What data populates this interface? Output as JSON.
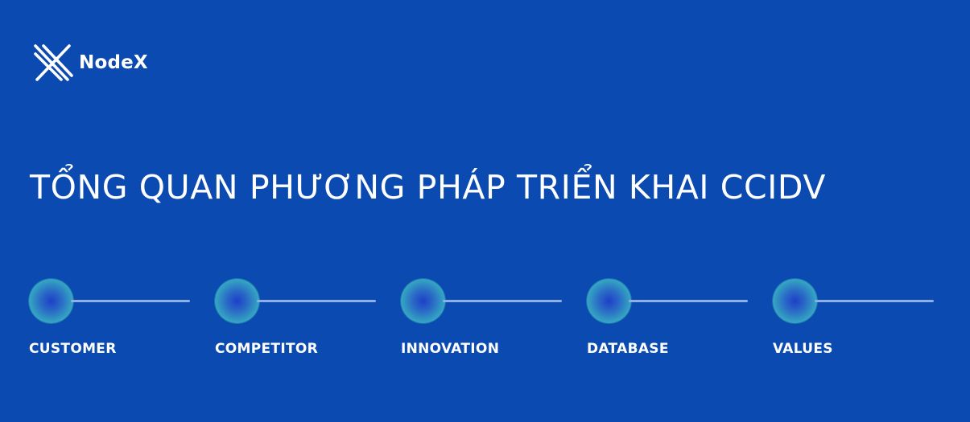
{
  "brand": {
    "name": "NodeX",
    "logo_icon": "nodex-x-logo-icon"
  },
  "title": "TỔNG QUAN PHƯƠNG PHÁP TRIỂN KHAI  CCIDV",
  "steps": [
    {
      "label": "CUSTOMER"
    },
    {
      "label": "COMPETITOR"
    },
    {
      "label": "INNOVATION"
    },
    {
      "label": "DATABASE"
    },
    {
      "label": "VALUES"
    }
  ],
  "colors": {
    "background": "#0b4ab0",
    "text": "#ffffff",
    "dot_outer": "#3fbfbd",
    "dot_center": "#1e3fc8",
    "connector_line": "#8eaee6"
  }
}
